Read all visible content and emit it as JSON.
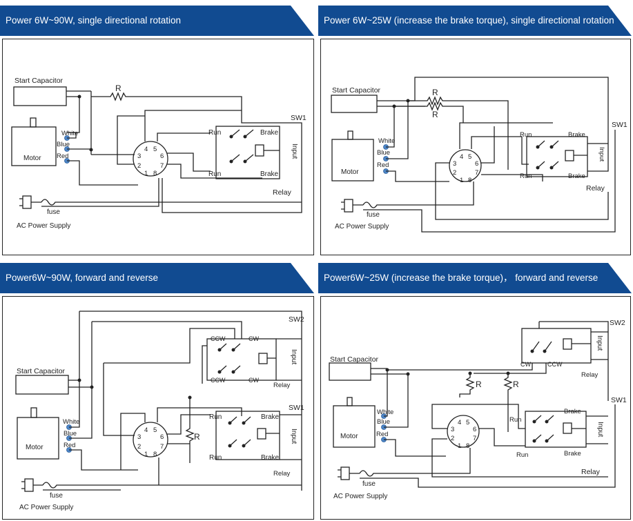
{
  "panels": [
    {
      "title": "Power 6W~90W, single directional rotation",
      "labels": {
        "start_capacitor": "Start Capacitor",
        "r": "R",
        "sw1": "SW1",
        "run_top": "Run",
        "brake_top": "Brake",
        "run_bottom": "Run",
        "brake_bottom": "Brake",
        "input": "Input",
        "relay": "Relay",
        "white": "White",
        "blue": "Blue",
        "red": "Red",
        "motor": "Motor",
        "fuse": "fuse",
        "ac": "AC Power Supply"
      },
      "pins": [
        "4",
        "5",
        "3",
        "6",
        "2",
        "7",
        "1",
        "8"
      ]
    },
    {
      "title": "Power 6W~25W (increase the brake torque), single directional rotation",
      "labels": {
        "start_capacitor": "Start Capacitor",
        "r1": "R",
        "r2": "R",
        "sw1": "SW1",
        "run_top": "Run",
        "brake_top": "Brake",
        "run_bottom": "Run",
        "brake_bottom": "Brake",
        "input": "Input",
        "relay": "Relay",
        "white": "White",
        "blue": "Blue",
        "red": "Red",
        "motor": "Motor",
        "fuse": "fuse",
        "ac": "AC Power Supply"
      },
      "pins": [
        "4",
        "5",
        "3",
        "6",
        "2",
        "7",
        "1",
        "8"
      ]
    },
    {
      "title": "Power6W~90W,  forward and reverse",
      "labels": {
        "sw2": "SW2",
        "ccw_top": "CCW",
        "cw_top": "CW",
        "ccw_bottom": "CCW",
        "cw_bottom": "CW",
        "input2": "Input",
        "relay2": "Relay",
        "start_capacitor": "Start Capacitor",
        "r": "R",
        "sw1": "SW1",
        "run_top": "Run",
        "brake_top": "Brake",
        "run_bottom": "Run",
        "brake_bottom": "Brake",
        "input": "Input",
        "relay": "Relay",
        "white": "White",
        "blue": "Blue",
        "red": "Red",
        "motor": "Motor",
        "fuse": "fuse",
        "ac": "AC Power Supply"
      },
      "pins": [
        "4",
        "5",
        "3",
        "6",
        "2",
        "7",
        "1",
        "8"
      ]
    },
    {
      "title": "Power6W~25W (increase the brake torque)， forward and reverse",
      "labels": {
        "sw2": "SW2",
        "cw": "CW",
        "ccw": "CCW",
        "input2": "Input",
        "relay2": "Relay",
        "start_capacitor": "Start Capacitor",
        "r1": "R",
        "r2": "R",
        "sw1": "SW1",
        "run_top": "Run",
        "brake_top": "Brake",
        "run_bottom": "Run",
        "brake_bottom": "Brake",
        "input": "Input",
        "relay": "Relay",
        "white": "White",
        "blue": "Blue",
        "red": "Red",
        "motor": "Motor",
        "fuse": "fuse",
        "ac": "AC Power Supply"
      },
      "pins": [
        "4",
        "5",
        "3",
        "6",
        "2",
        "7",
        "1",
        "8"
      ]
    }
  ],
  "colors": {
    "banner": "#114b91",
    "terminal": "#4d86c8",
    "wire": "#222222"
  }
}
